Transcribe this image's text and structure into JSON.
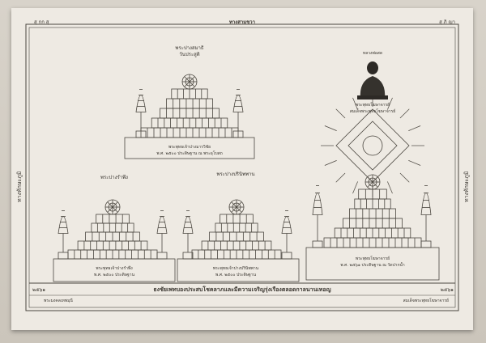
{
  "poster": {
    "top_center": "ทางสามขวา",
    "top_left": "สุ กก สุ",
    "top_right": "สุ ภิ ญา",
    "left_side": "ทางทักษะภูมิ",
    "right_side": "ทางทักษะภูมิ",
    "bottom_center": "ธงชัยเพทบองประสบโชคลาภและมีความเจริญรุ่งเรืองตลอดกาลนานเทอญ",
    "bottom_left_date": "๒๕๖๑",
    "bottom_right_date": "๒๕๖๑",
    "footer_left": "พระมงคลเทพมุนี",
    "footer_right": "สมเด็จพระพุทธโฆษาจารย์",
    "monk_caption": "พระพุทธโฆษาจารย์",
    "monk_sub": "หลวงพ่อสด"
  },
  "panels": [
    {
      "title": "พระปางสมาธิ",
      "subtitle": "วันประสูติ",
      "caption": "พระพุทธเจ้าปางมารวิชัย",
      "detail": "พ.ศ. ๒๕๐๐ ประดิษฐาน ณ พระอุโบสถ"
    },
    {
      "title": "พระปางรำพึง",
      "subtitle": "",
      "caption": "พระพุทธเจ้าปางรำพึง",
      "detail": "พ.ศ. ๒๕๐๐ ประดิษฐาน"
    },
    {
      "title": "พระปางปรินิพพาน",
      "subtitle": "",
      "caption": "พระพุทธเจ้าปางปรินิพพาน",
      "detail": "พ.ศ. ๒๕๐๐ ประดิษฐาน"
    },
    {
      "title": "สมเด็จพระพุทธโฆษาจารย์",
      "subtitle": "",
      "caption": "พระพุทธโฆษาจารย์",
      "detail": "พ.ศ. ๒๕๖๑ ประดิษฐาน ณ วัดปากน้ำ"
    }
  ],
  "colors": {
    "paper": "#eeeae3",
    "ink": "#3a3630",
    "background": "#cfc9bf"
  }
}
